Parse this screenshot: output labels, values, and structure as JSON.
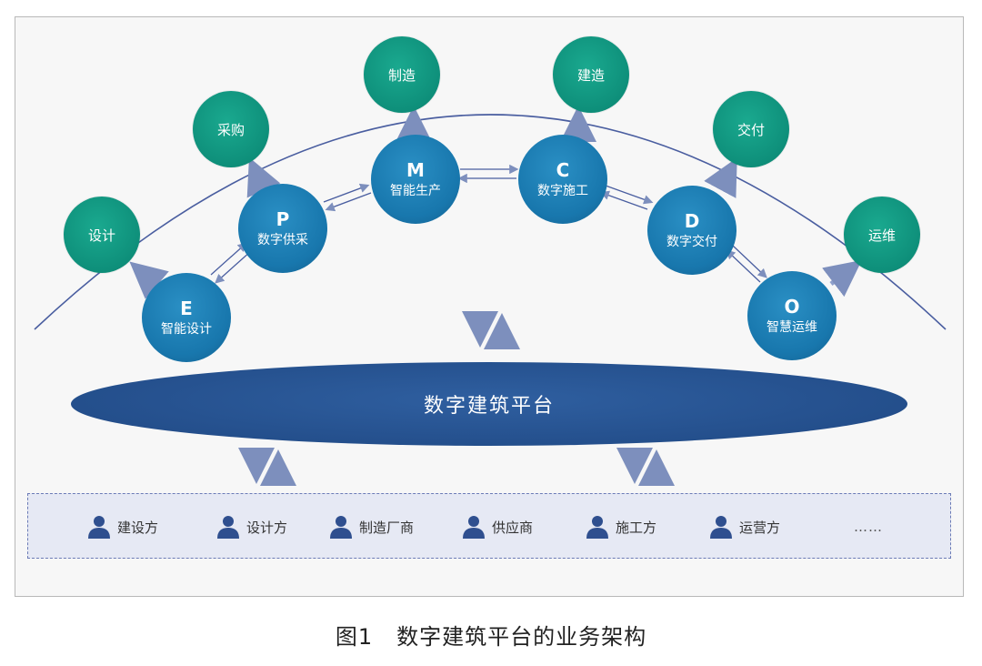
{
  "outer_nodes": [
    {
      "label": "设计"
    },
    {
      "label": "采购"
    },
    {
      "label": "制造"
    },
    {
      "label": "建造"
    },
    {
      "label": "交付"
    },
    {
      "label": "运维"
    }
  ],
  "stages": [
    {
      "letter": "E",
      "label": "智能设计"
    },
    {
      "letter": "P",
      "label": "数字供采"
    },
    {
      "letter": "M",
      "label": "智能生产"
    },
    {
      "letter": "C",
      "label": "数字施工"
    },
    {
      "letter": "D",
      "label": "数字交付"
    },
    {
      "letter": "O",
      "label": "智慧运维"
    }
  ],
  "platform": {
    "label": "数字建筑平台"
  },
  "participants": [
    {
      "label": "建设方"
    },
    {
      "label": "设计方"
    },
    {
      "label": "制造厂商"
    },
    {
      "label": "供应商"
    },
    {
      "label": "施工方"
    },
    {
      "label": "运营方"
    }
  ],
  "participants_more": "……",
  "caption": "图1   数字建筑平台的业务架构",
  "colors": {
    "outer_node": "#0e8f7a",
    "stage_node": "#1877ad",
    "platform": "#244f8c",
    "arrow": "#7d8fbd",
    "arc": "#4a5ea0",
    "participant_icon": "#2f4f8f"
  }
}
